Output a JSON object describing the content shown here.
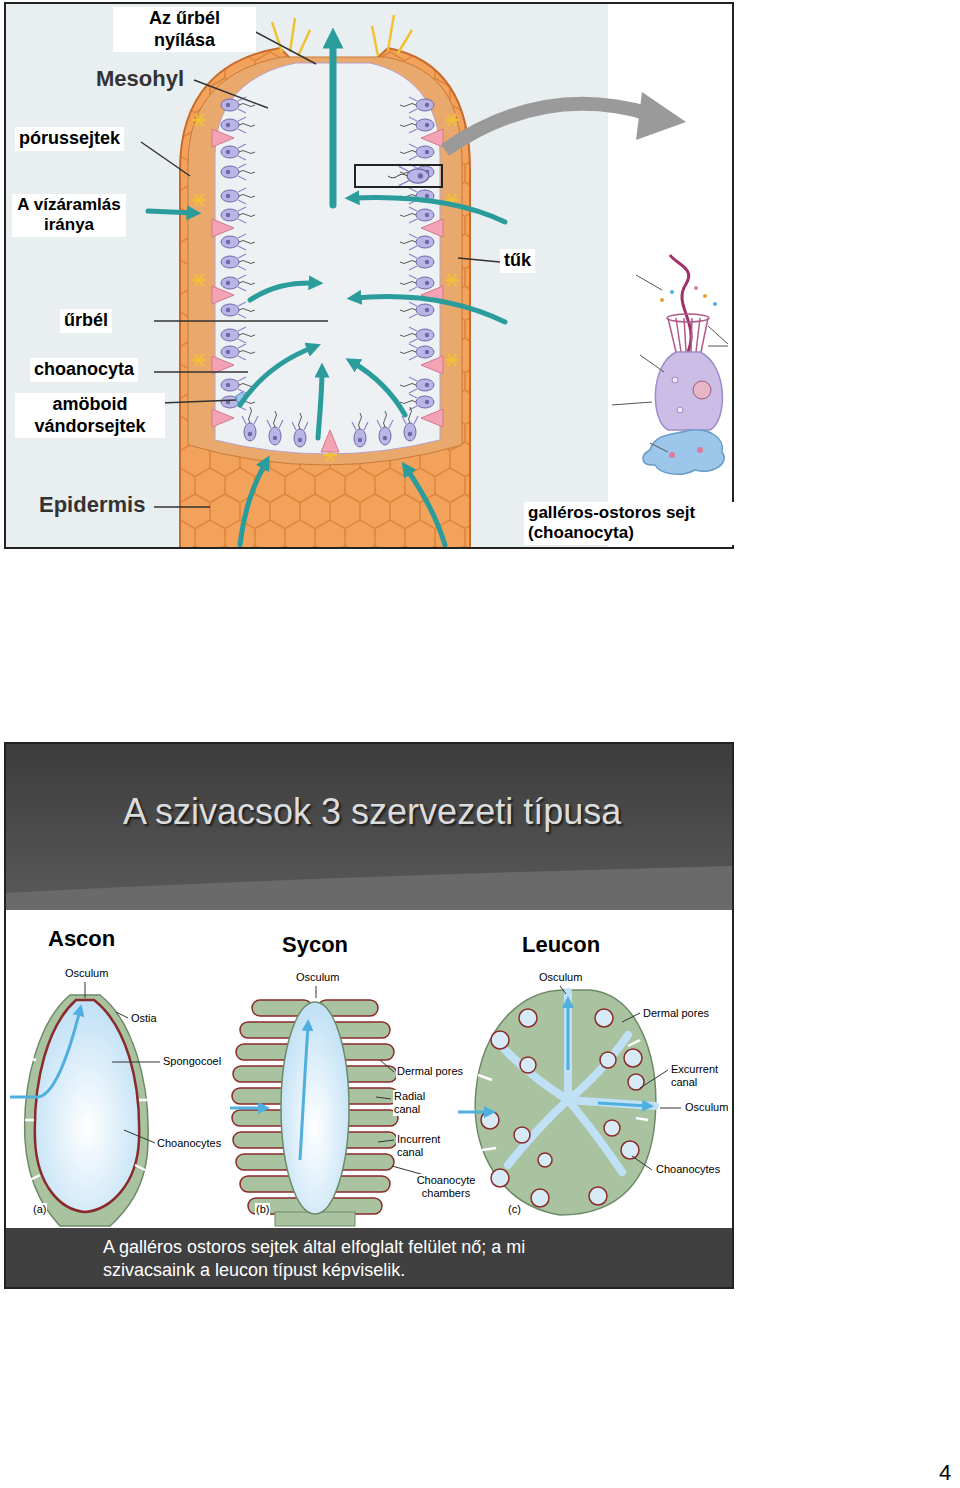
{
  "diagram": {
    "title": "A szivacsok 3 szervezeti típusa",
    "caption": "A galléros ostoros sejtek által elfoglalt felület nő; a mi szivacsaink a leucon típust képviselik.",
    "labels": [
      "Az űrbél nyílása",
      "Mesohyl",
      "pórussejtek",
      "A vízáramlás iránya",
      "tűk",
      "űrbél",
      "choanocyta",
      "amöboid vándorsejtek",
      "Epidermis",
      "galléros-ostoros sejt (choanocyta)",
      "Ascon",
      "Sycon",
      "Leucon",
      "Osculum",
      "Ostia",
      "Spongocoel",
      "Choanocytes",
      "(a)",
      "Osculum",
      "Dermal pores",
      "Radial canal",
      "Incurrent canal",
      "Choanocyte chambers",
      "(b)",
      "Osculum",
      "Dermal pores",
      "Excurrent canal",
      "Osculum",
      "Choanocytes",
      "(c)",
      "4"
    ]
  }
}
